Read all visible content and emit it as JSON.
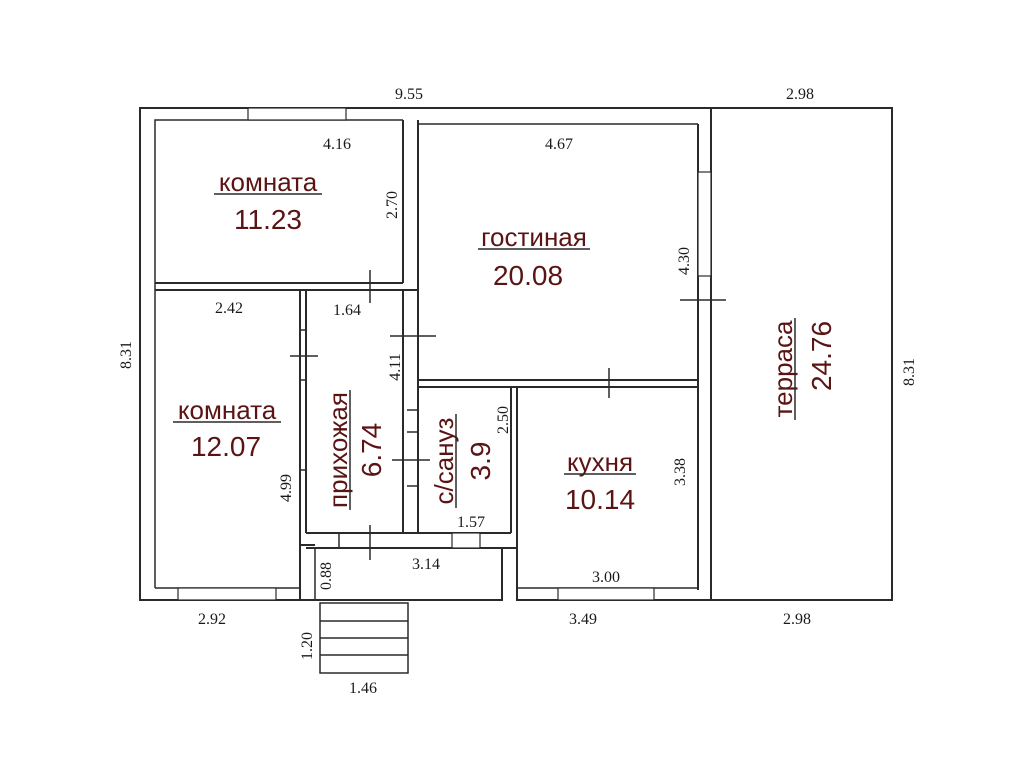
{
  "rooms": {
    "room1": {
      "name": "комната",
      "area": "11.23"
    },
    "living": {
      "name": "гостиная",
      "area": "20.08"
    },
    "room2": {
      "name": "комната",
      "area": "12.07"
    },
    "hall": {
      "name": "прихожая",
      "area": "6.74"
    },
    "bath": {
      "name": "с/сануз",
      "area": "3.9"
    },
    "kitchen": {
      "name": "кухня",
      "area": "10.14"
    },
    "terrace": {
      "name": "терраса",
      "area": "24.76"
    }
  },
  "dimensions": {
    "top_main": "9.55",
    "top_terrace": "2.98",
    "bottom_terrace": "2.98",
    "left_height": "8.31",
    "right_height": "8.31",
    "room1_width": "4.16",
    "room1_depth": "2.70",
    "living_width": "4.67",
    "living_depth": "4.30",
    "room2_width": "2.42",
    "room2_depth": "4.99",
    "room2_bottom": "2.92",
    "hall_width": "1.64",
    "hall_depth": "4.11",
    "bath_depth": "2.50",
    "bath_width": "1.57",
    "porch_width": "3.14",
    "porch_depth": "0.88",
    "kitchen_depth": "3.38",
    "kitchen_width": "3.00",
    "kitchen_bottom": "3.49",
    "steps_depth": "1.20",
    "steps_width": "1.46"
  }
}
